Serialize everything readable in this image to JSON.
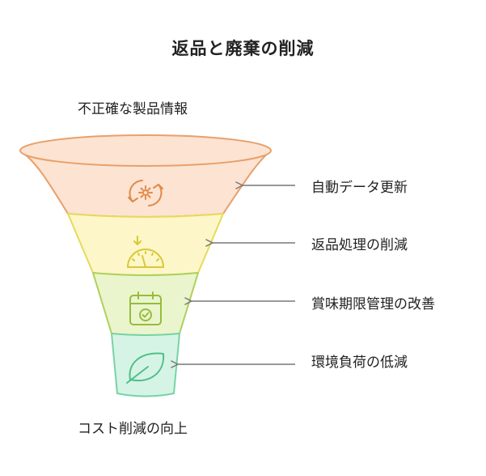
{
  "title": "返品と廃棄の削減",
  "top_label": "不正確な製品情報",
  "bottom_label": "コスト削減の向上",
  "stages": [
    {
      "label": "自動データ更新",
      "icon": "gear-refresh-icon",
      "fill": "#fde3d2",
      "stroke": "#e8a06a"
    },
    {
      "label": "返品処理の削減",
      "icon": "gauge-icon",
      "fill": "#fdf6c8",
      "stroke": "#e6da5c"
    },
    {
      "label": "賞味期限管理の改善",
      "icon": "calendar-check-icon",
      "fill": "#eaf5cd",
      "stroke": "#aed05c"
    },
    {
      "label": "環境負荷の低減",
      "icon": "leaf-icon",
      "fill": "#d6f4e6",
      "stroke": "#78d3a4"
    }
  ]
}
